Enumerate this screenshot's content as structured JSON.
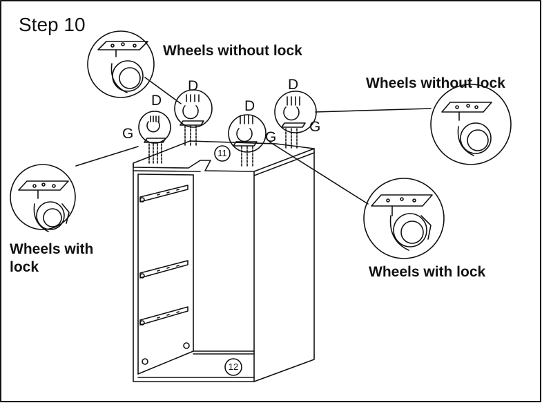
{
  "step_title": "Step 10",
  "callouts": {
    "wheels_without_lock_top": "Wheels without lock",
    "wheels_without_lock_right": "Wheels without lock",
    "wheels_with_lock_left": "Wheels with\nlock",
    "wheels_with_lock_right": "Wheels with lock"
  },
  "part_letters": {
    "d1": "D",
    "d2": "D",
    "d3": "D",
    "d4": "D",
    "g1": "G",
    "g2": "G",
    "g3": "G"
  },
  "panel_numbers": {
    "top_panel": "11",
    "bottom_panel": "12"
  },
  "icons": [
    "caster-wheel-icon",
    "lock-caster-icon",
    "screw-icon"
  ],
  "colors": {
    "line": "#111111",
    "background": "#ffffff"
  }
}
